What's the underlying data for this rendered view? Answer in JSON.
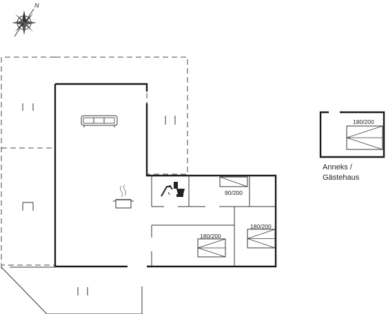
{
  "compass": {
    "north_label": "N"
  },
  "beds": {
    "bed_1_label": "90/200",
    "bed_2_label": "180/200",
    "bed_3_label": "180/200",
    "annex_bed_label": "180/200"
  },
  "annex": {
    "label_line1": "Anneks /",
    "label_line2": "Gästehaus"
  },
  "icons": [
    "compass-rose-icon",
    "sofa-icon",
    "cooking-pot-icon",
    "shower-icon",
    "toilet-icon",
    "bed-icon"
  ]
}
